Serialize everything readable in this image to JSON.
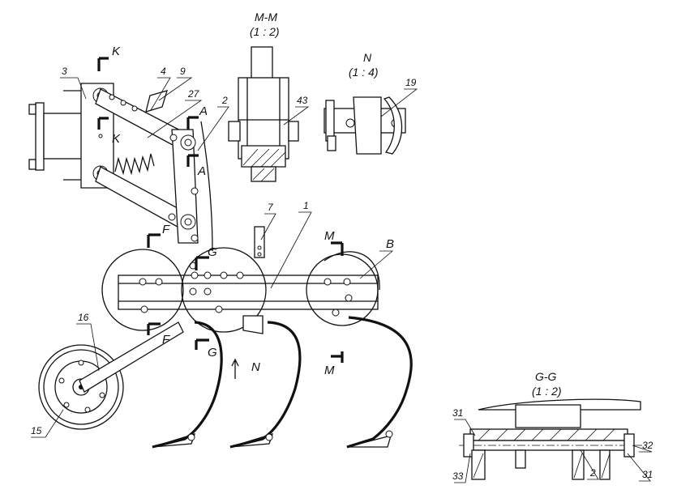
{
  "views": {
    "mm_title": "M-M",
    "mm_scale": "(1 : 2)",
    "n_title": "N",
    "n_scale": "(1 : 4)",
    "gg_title": "G-G",
    "gg_scale": "(1 : 2)"
  },
  "section_marks": {
    "k_top": "K",
    "k_bottom": "K",
    "a_top": "A",
    "a_bottom": "A",
    "f_top": "F",
    "f_bottom": "F",
    "g_top": "G",
    "g_bottom": "G",
    "m_top": "M",
    "m_bottom": "M",
    "b": "B",
    "n_view": "N"
  },
  "callouts": {
    "p1": "1",
    "p2": "2",
    "p3": "3",
    "p4": "4",
    "p7": "7",
    "p9": "9",
    "p15": "15",
    "p16": "16",
    "p19": "19",
    "p27": "27",
    "p43": "43",
    "gg_2": "2",
    "gg_31a": "31",
    "gg_31b": "31",
    "gg_32": "32",
    "gg_33": "33"
  }
}
